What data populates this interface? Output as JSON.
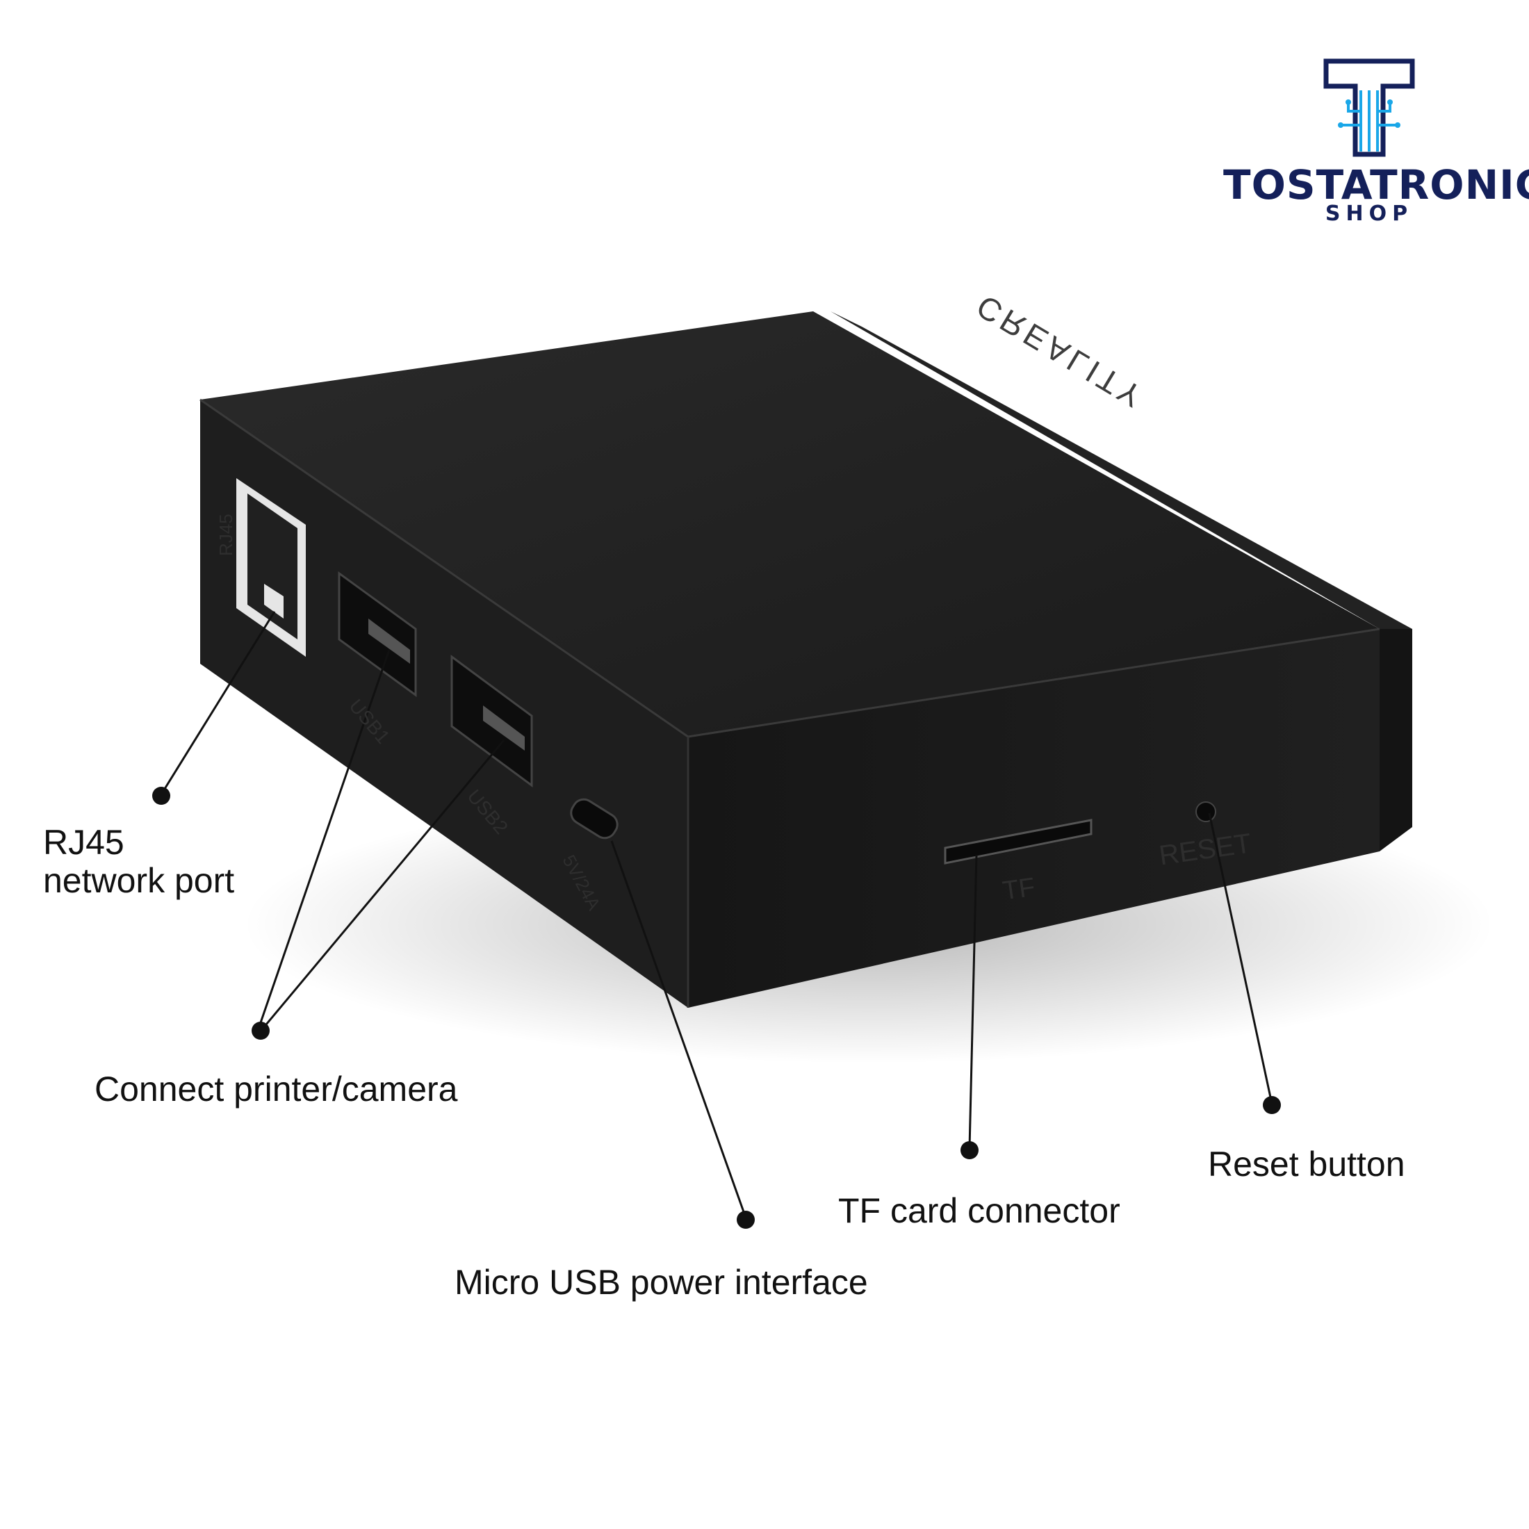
{
  "brand": {
    "name": "TOSTATRONIC",
    "subtitle": "SHOP",
    "primary_color": "#14205a",
    "accent_color": "#1aa7e8"
  },
  "device": {
    "logo_text": "CREALITY",
    "body_color": "#1c1c1c",
    "port_labels": {
      "rj45": "RJ45",
      "usb1": "USB1",
      "usb2": "USB2",
      "power": "5V/24A",
      "tf": "TF",
      "reset": "RESET"
    }
  },
  "callouts": {
    "rj45_line1": "RJ45",
    "rj45_line2": "network port",
    "usb": "Connect printer/camera",
    "power": "Micro USB power interface",
    "tf": "TF card connector",
    "reset": "Reset button"
  }
}
